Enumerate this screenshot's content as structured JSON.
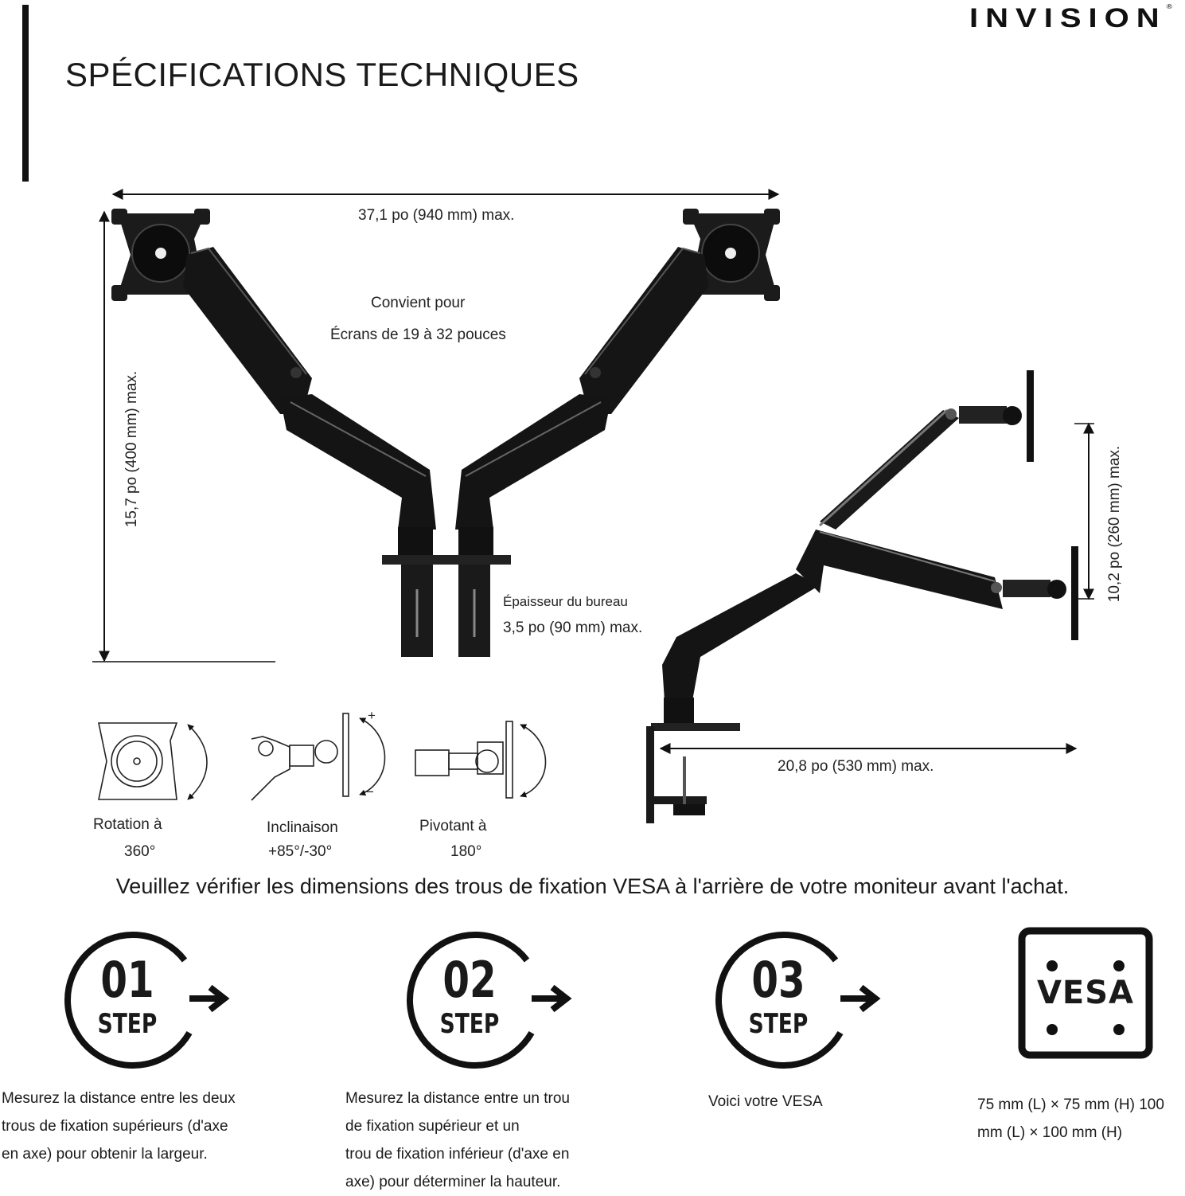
{
  "header": {
    "title": "SPÉCIFICATIONS TECHNIQUES",
    "brand": "INVISION",
    "brand_mark": "®"
  },
  "dimensions": {
    "total_width": "37,1 po (940 mm) max.",
    "fits_line1": "Convient pour",
    "fits_line2": "Écrans de 19 à 32 pouces",
    "height": "15,7 po   (400 mm)  max.",
    "desk_thickness_label": "Épaisseur du bureau",
    "desk_thickness_value": "3,5 po (90 mm) max.",
    "vertical_range": "10,2  po  (260  mm)   max.",
    "arm_extension": "20,8 po (530 mm) max."
  },
  "motions": [
    {
      "line1": "Rotation  à",
      "line2": "360°"
    },
    {
      "line1": "Inclinaison",
      "line2": "+85°/-30°"
    },
    {
      "line1": "Pivotant  à",
      "line2": "180°"
    }
  ],
  "tilt_marks": {
    "plus": "+",
    "minus": "−"
  },
  "notice": "Veuillez vérifier les dimensions des trous de fixation VESA à l'arrière de votre moniteur avant l'achat.",
  "steps": [
    {
      "number": "01",
      "word": "STEP",
      "lines": [
        "Mesurez la distance entre les deux",
        "trous de fixation supérieurs (d'axe",
        "en axe) pour obtenir la largeur."
      ]
    },
    {
      "number": "02",
      "word": "STEP",
      "lines": [
        "Mesurez la distance entre un trou",
        "de fixation supérieur et un",
        "trou de fixation inférieur (d'axe en",
        "axe) pour déterminer la hauteur."
      ]
    },
    {
      "number": "03",
      "word": "STEP",
      "lines": [
        "Voici votre VESA"
      ]
    }
  ],
  "vesa": {
    "logo_text": "VESA",
    "lines": [
      "75 mm (L) × 75 mm (H) 100",
      "mm (L) × 100 mm (H)"
    ]
  }
}
